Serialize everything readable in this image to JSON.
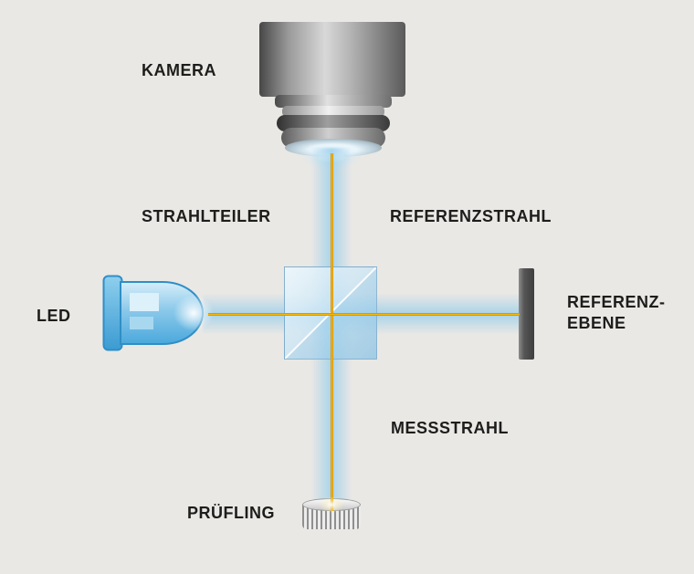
{
  "labels": {
    "kamera": "KAMERA",
    "strahlteiler": "STRAHLTEILER",
    "referenzstrahl": "REFERENZSTRAHL",
    "led": "LED",
    "referenz_ebene": "REFERENZ-\nEBENE",
    "messstrahl": "MESSSTRAHL",
    "pruefling": "PRÜFLING"
  },
  "colors": {
    "background": "#e9e8e5",
    "label_text": "#1d1d1b",
    "beam_core": "#ffc400",
    "beam_glow": "#99cee9",
    "beamsplitter_fill": "#a8d4ee",
    "led_body": "#5fb6e2",
    "reference_plane": "#4f4f4f",
    "camera_gray": "#9a9a9a"
  }
}
